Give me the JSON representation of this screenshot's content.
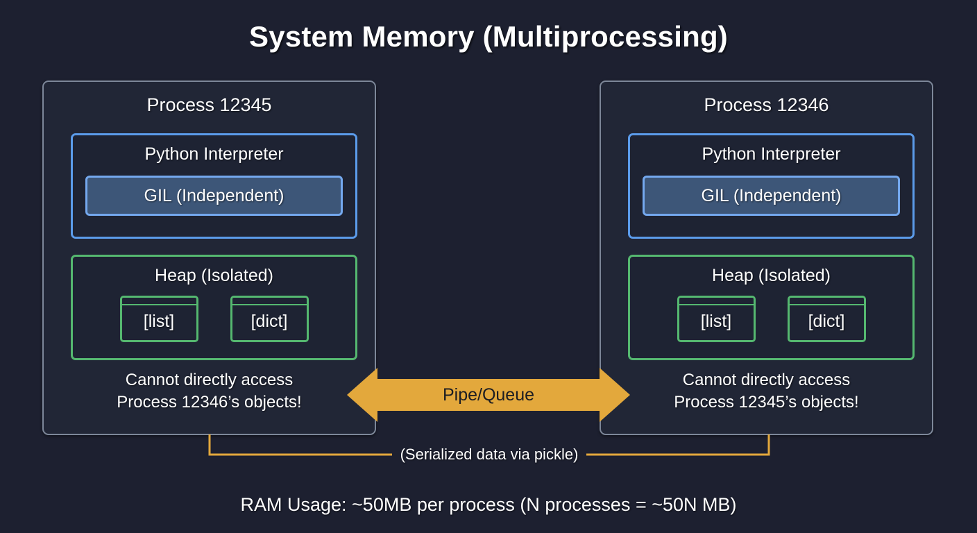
{
  "title": "System Memory (Multiprocessing)",
  "colors": {
    "background": "#1d2030",
    "process_border": "#7d8799",
    "process_fill": "#212636",
    "interpreter_border": "#5b9bea",
    "gil_fill": "#3d5678",
    "gil_border": "#74a8ee",
    "heap_border": "#55b870",
    "arrow_fill": "#e3a83c",
    "bracket_stroke": "#e3a83c",
    "text": "#ffffff",
    "arrow_text": "#1c1d22"
  },
  "processes": [
    {
      "id": "process-left",
      "title": "Process 12345",
      "interpreter": {
        "label": "Python Interpreter",
        "gil": "GIL (Independent)"
      },
      "heap": {
        "label": "Heap (Isolated)",
        "objects": [
          "[list]",
          "[dict]"
        ]
      },
      "note_line1": "Cannot directly access",
      "note_line2": "Process 12346’s objects!"
    },
    {
      "id": "process-right",
      "title": "Process 12346",
      "interpreter": {
        "label": "Python Interpreter",
        "gil": "GIL (Independent)"
      },
      "heap": {
        "label": "Heap (Isolated)",
        "objects": [
          "[list]",
          "[dict]"
        ]
      },
      "note_line1": "Cannot directly access",
      "note_line2": "Process 12345’s objects!"
    }
  ],
  "pipe": {
    "label": "Pipe/Queue",
    "direction": "bidirectional"
  },
  "bracket": {
    "label": "(Serialized data via pickle)"
  },
  "footer": {
    "text": "RAM Usage: ~50MB per process (N processes = ~50N MB)"
  }
}
